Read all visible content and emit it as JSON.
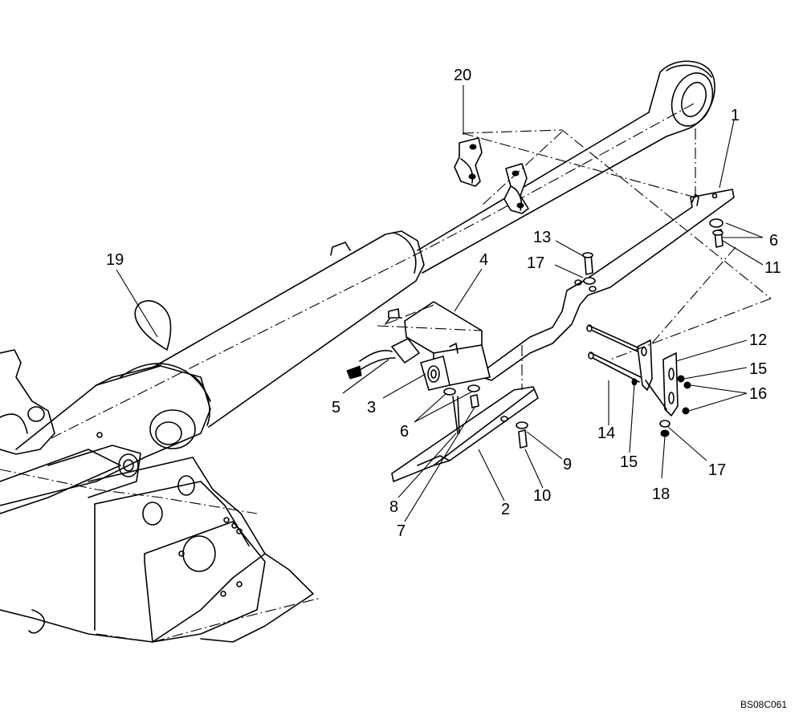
{
  "callouts": {
    "c1": "1",
    "c2": "2",
    "c3": "3",
    "c4": "4",
    "c5": "5",
    "c6a": "6",
    "c6b": "6",
    "c7": "7",
    "c8": "8",
    "c9": "9",
    "c10": "10",
    "c11": "11",
    "c12": "12",
    "c13": "13",
    "c14": "14",
    "c15a": "15",
    "c15b": "15",
    "c16": "16",
    "c17a": "17",
    "c17b": "17",
    "c18": "18",
    "c19": "19",
    "c20": "20"
  },
  "drawing_code": "BS08C061"
}
